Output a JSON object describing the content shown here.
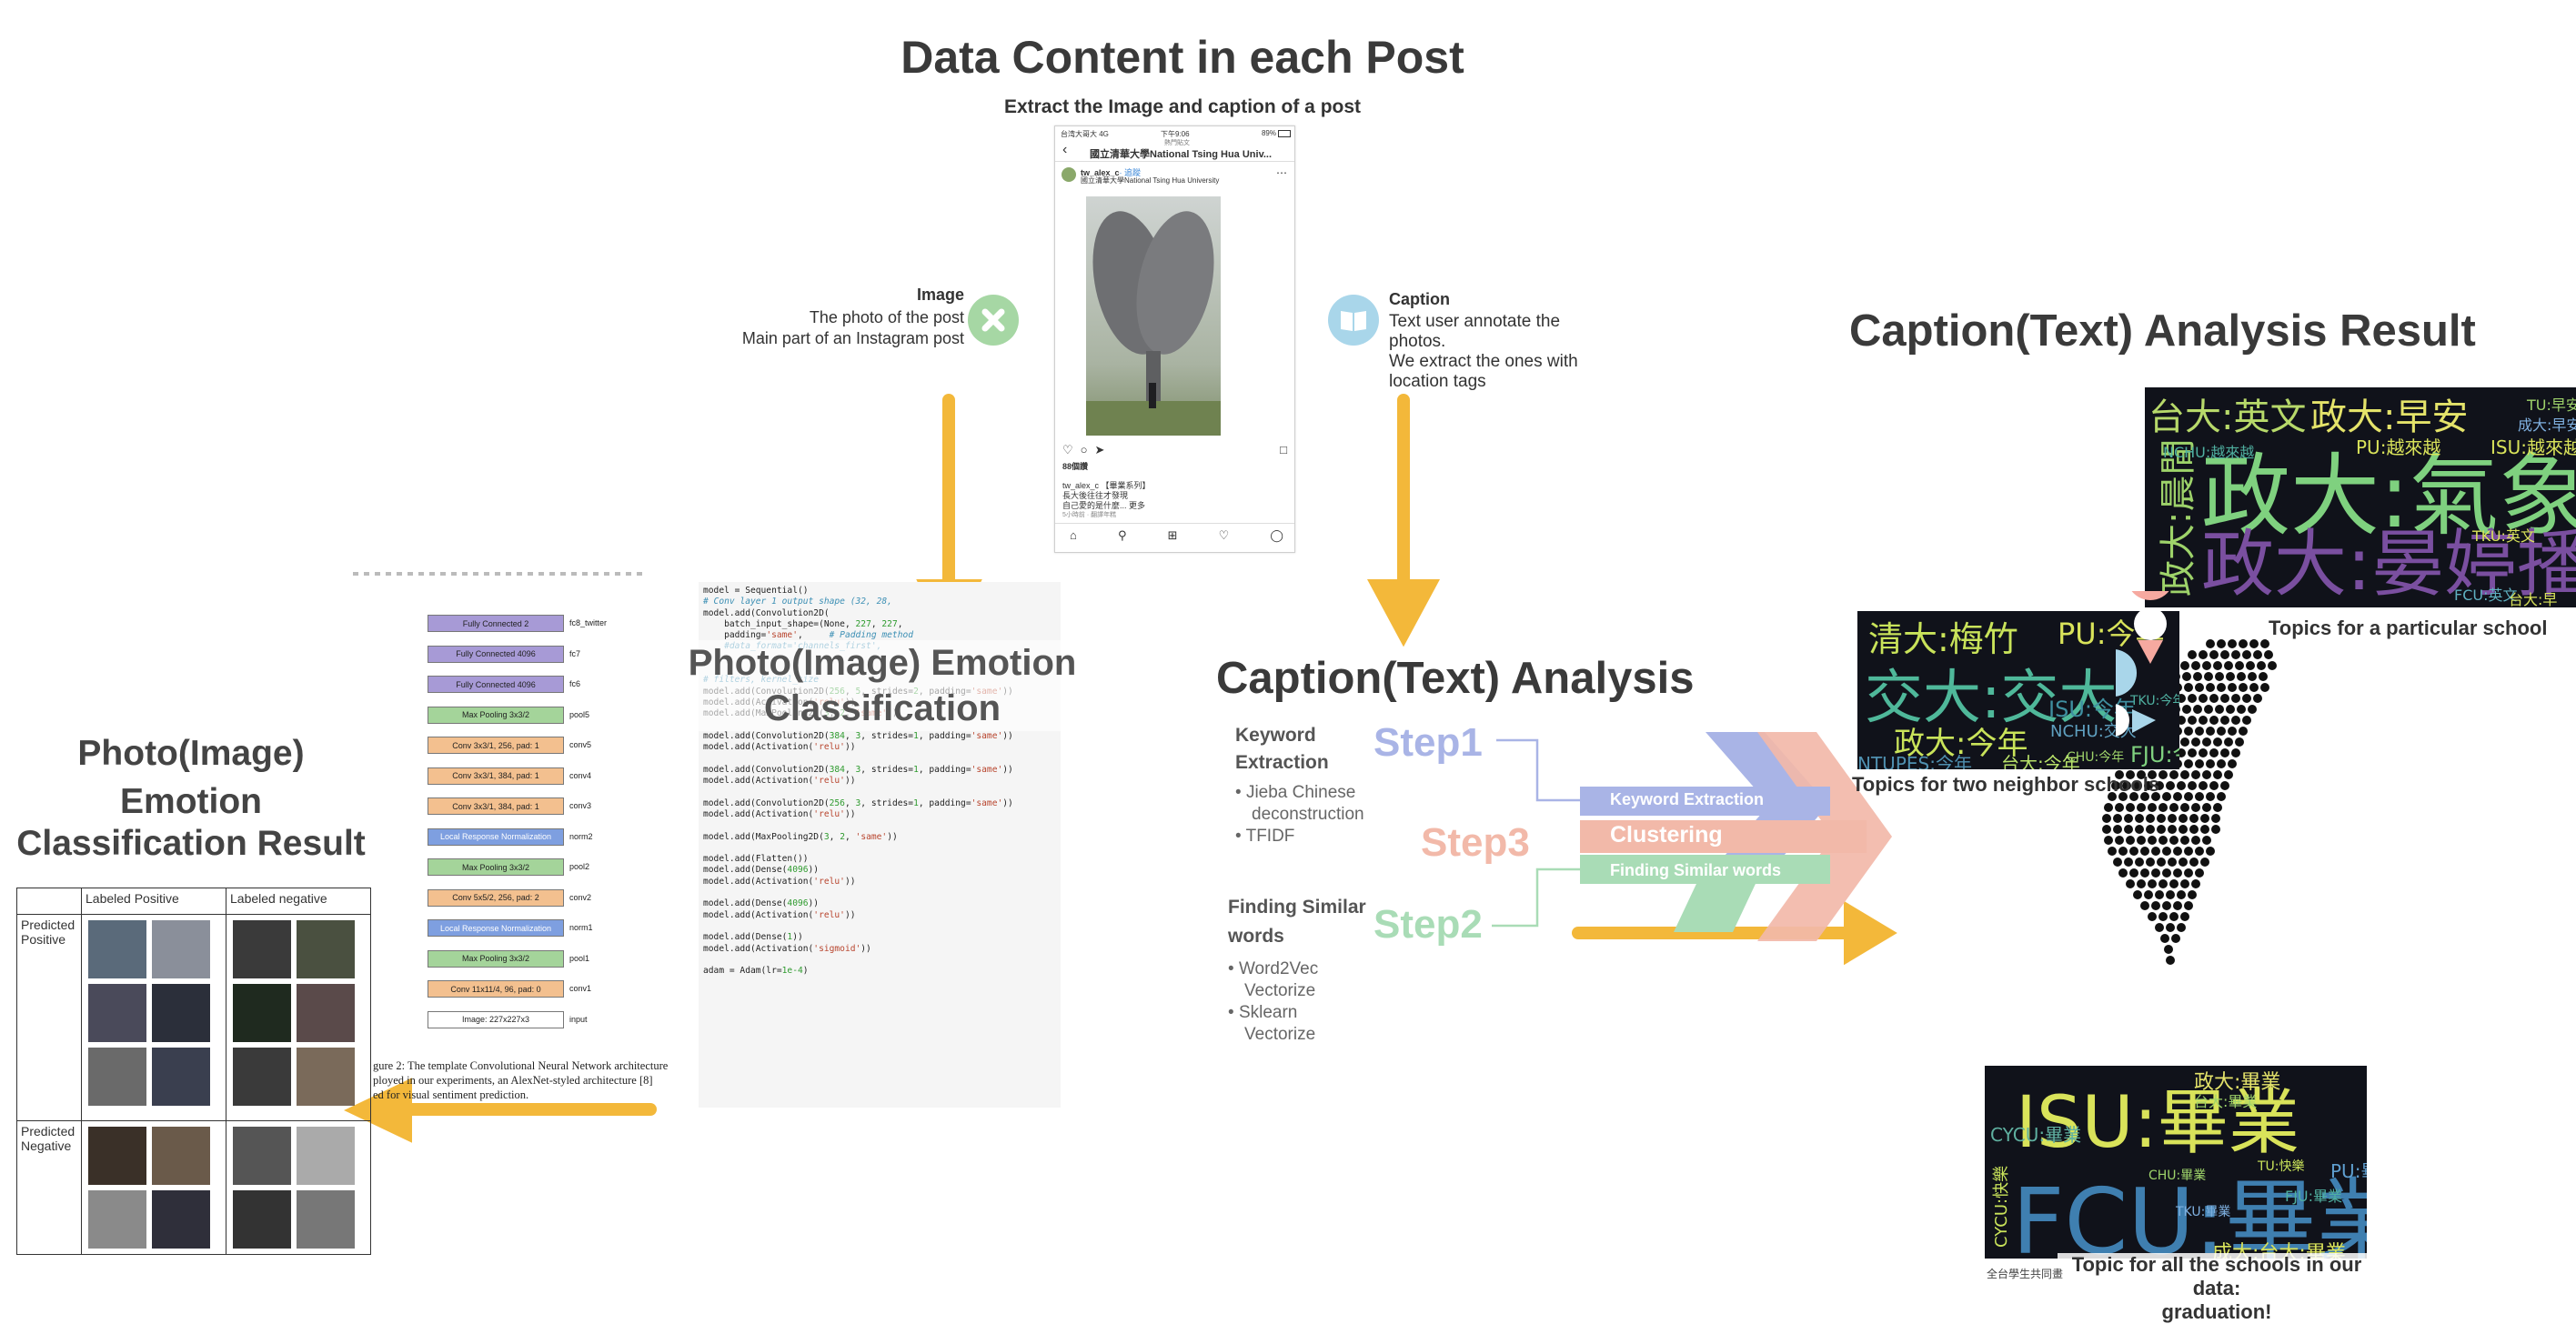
{
  "header": {
    "title": "Data Content in each Post",
    "subtitle": "Extract the Image and caption of a post"
  },
  "image_label": {
    "title": "Image",
    "line1": "The photo of the post",
    "line2": "Main part of an Instagram post"
  },
  "caption_label": {
    "title": "Caption",
    "line1": "Text user annotate the",
    "line2": "photos.",
    "line3": "We extract the ones with",
    "line4": "location tags"
  },
  "phone": {
    "status_left": "台湾大哥大  4G",
    "status_time": "下午9:06",
    "status_right": "89%",
    "nav_sub": "熱門貼文",
    "nav_title": "國立清華大學National Tsing Hua Univ...",
    "user": "tw_alex_c",
    "follow": "· 追蹤",
    "location": "國立清華大學National Tsing Hua University",
    "likes": "88個讚",
    "caption1": "tw_alex_c 【畢業系列】",
    "caption2": "長大後往往才發現",
    "caption3": "自己愛的是什麼... 更多",
    "caption4": "5小時前 · 翻譯年糕",
    "more_icon": "more-dots-icon",
    "back_icon": "chevron-left-icon"
  },
  "photo_section": {
    "title_line1": "Photo(Image) Emotion",
    "title_line2": "Classification"
  },
  "result_section": {
    "title_line1": "Photo(Image)",
    "title_line2": "Emotion",
    "title_line3": "Classification Result"
  },
  "cnn_layers": [
    {
      "label": "Fully Connected 2",
      "tag": "fc8_twitter"
    },
    {
      "label": "Fully Connected 4096",
      "tag": "fc7"
    },
    {
      "label": "Fully Connected 4096",
      "tag": "fc6"
    },
    {
      "label": "Max Pooling 3x3/2",
      "tag": "pool5"
    },
    {
      "label": "Conv 3x3/1, 256, pad: 1",
      "tag": "conv5"
    },
    {
      "label": "Conv 3x3/1, 384, pad: 1",
      "tag": "conv4"
    },
    {
      "label": "Conv 3x3/1, 384, pad: 1",
      "tag": "conv3"
    },
    {
      "label": "Local Response Normalization",
      "tag": "norm2"
    },
    {
      "label": "Max Pooling 3x3/2",
      "tag": "pool2"
    },
    {
      "label": "Conv 5x5/2, 256, pad: 2",
      "tag": "conv2"
    },
    {
      "label": "Local Response Normalization",
      "tag": "norm1"
    },
    {
      "label": "Max Pooling 3x3/2",
      "tag": "pool1"
    },
    {
      "label": "Conv 11x11/4, 96, pad: 0",
      "tag": "conv1"
    },
    {
      "label": "Image: 227x227x3",
      "tag": "input"
    }
  ],
  "figure_caption": {
    "line1": "gure 2: The template Convolutional Neural Network architecture",
    "line2": "ployed in our experiments, an AlexNet-styled architecture [8]",
    "line3": "ed for visual sentiment prediction."
  },
  "code_lines": [
    "model = Sequential()",
    "# Conv layer 1 output shape (32, 28,",
    "model.add(Convolution2D(",
    "    batch_input_shape=(None, 227, 227,",
    "    padding='same',     # Padding method",
    "    #data_format='channels_first',",
    "))",
    "",
    "# filters, kernel_size",
    "model.add(Convolution2D(256, 5, strides=2, padding='same'))",
    "model.add(Activation('relu'))",
    "model.add(MaxPooling2D(3, 2, 'same'))",
    "",
    "model.add(Convolution2D(384, 3, strides=1, padding='same'))",
    "model.add(Activation('relu'))",
    "",
    "model.add(Convolution2D(384, 3, strides=1, padding='same'))",
    "model.add(Activation('relu'))",
    "",
    "model.add(Convolution2D(256, 3, strides=1, padding='same'))",
    "model.add(Activation('relu'))",
    "",
    "model.add(MaxPooling2D(3, 2, 'same'))",
    "",
    "model.add(Flatten())",
    "model.add(Dense(4096))",
    "model.add(Activation('relu'))",
    "",
    "model.add(Dense(4096))",
    "model.add(Activation('relu'))",
    "",
    "model.add(Dense(1))",
    "model.add(Activation('sigmoid'))",
    "",
    "adam = Adam(lr=1e-4)"
  ],
  "table": {
    "col1": "Labeled Positive",
    "col2": "Labeled negative",
    "row1": "Predicted Positive",
    "row2": "Predicted Negative"
  },
  "caption_analysis": {
    "title": "Caption(Text) Analysis",
    "step1": "Step1",
    "step2": "Step2",
    "step3": "Step3",
    "keyword_title1": "Keyword",
    "keyword_title2": "Extraction",
    "keyword_b1a": "Jieba Chinese",
    "keyword_b1b": "deconstruction",
    "keyword_b2": "TFIDF",
    "similar_title1": "Finding Similar",
    "similar_title2": "words",
    "similar_b1a": "Word2Vec",
    "similar_b1b": "Vectorize",
    "similar_b2a": "Sklearn",
    "similar_b2b": "Vectorize",
    "bar1": "Keyword Extraction",
    "bar2": "Clustering",
    "bar3": "Finding Similar words",
    "colors": {
      "step1": "#a9b4e6",
      "step2": "#a9dcb6",
      "step3": "#f2b9a9",
      "arrow": "#f3b83a"
    }
  },
  "result_analysis": {
    "title": "Caption(Text) Analysis Result",
    "topic_school": "Topics for a particular school",
    "topic_neighbors": "Topics for two neighbor schools",
    "topic_all1": "Topic for all the schools in our data:",
    "topic_all2": "graduation!",
    "footer_note": "全台學生共同畫"
  },
  "cloud1": [
    {
      "t": "台大:英文",
      "c": "#b7d96a"
    },
    {
      "t": "政大:早安",
      "c": "#e4e36a"
    },
    {
      "t": "政大:氣象",
      "c": "#7fd17f"
    },
    {
      "t": "政大:晏婷播",
      "c": "#7a4fa0"
    },
    {
      "t": "政大:晨間",
      "c": "#9ed36a"
    },
    {
      "t": "PU:越來越",
      "c": "#d9e35a"
    },
    {
      "t": "ISU:越來越",
      "c": "#d9e35a"
    },
    {
      "t": "NCHU:越來越",
      "c": "#4fb0a0"
    },
    {
      "t": "TKU:英文",
      "c": "#d9e35a"
    },
    {
      "t": "FCU:英文",
      "c": "#5fb0c0"
    },
    {
      "t": "台大:早",
      "c": "#d9e35a"
    },
    {
      "t": "TU:早安",
      "c": "#9ed36a"
    },
    {
      "t": "成大:早安",
      "c": "#7fb0e0"
    }
  ],
  "cloud2": [
    {
      "t": "清大:梅竹",
      "c": "#c9e35a"
    },
    {
      "t": "PU:今年",
      "c": "#d9e35a"
    },
    {
      "t": "交大:交大",
      "c": "#4fb89a"
    },
    {
      "t": "ISU:今年",
      "c": "#3f8fa0"
    },
    {
      "t": "政大:今年",
      "c": "#c9e35a"
    },
    {
      "t": "NCHU:交大",
      "c": "#5fa0c0"
    },
    {
      "t": "FJU:今年",
      "c": "#7fd17f"
    },
    {
      "t": "NTUPES:今年",
      "c": "#4f90b0"
    },
    {
      "t": "台大:今年",
      "c": "#b9e36a"
    },
    {
      "t": "CHU:今年",
      "c": "#9ed36a"
    },
    {
      "t": "TKU:今年",
      "c": "#4fb0a0"
    }
  ],
  "cloud3": [
    {
      "t": "ISU:畢業",
      "c": "#d9e35a"
    },
    {
      "t": "FCU:畢業",
      "c": "#3f7fb0"
    },
    {
      "t": "CYCU:畢業",
      "c": "#5fb0a0"
    },
    {
      "t": "CYCU:快樂",
      "c": "#c9e35a"
    },
    {
      "t": "政大:畢業",
      "c": "#e4e36a"
    },
    {
      "t": "台大:畢業",
      "c": "#9ed36a"
    },
    {
      "t": "成大:台大:畢業",
      "c": "#d9e35a"
    },
    {
      "t": "FJU:畢業",
      "c": "#4fb0a0"
    },
    {
      "t": "TKU:畢業",
      "c": "#7fb0e0"
    },
    {
      "t": "CHU:畢業",
      "c": "#9ed36a"
    },
    {
      "t": "TU:快樂",
      "c": "#c9e35a"
    },
    {
      "t": "PU:畢業",
      "c": "#5f9fd0"
    }
  ],
  "icons": {
    "image": "image-icon",
    "caption": "book-icon"
  }
}
